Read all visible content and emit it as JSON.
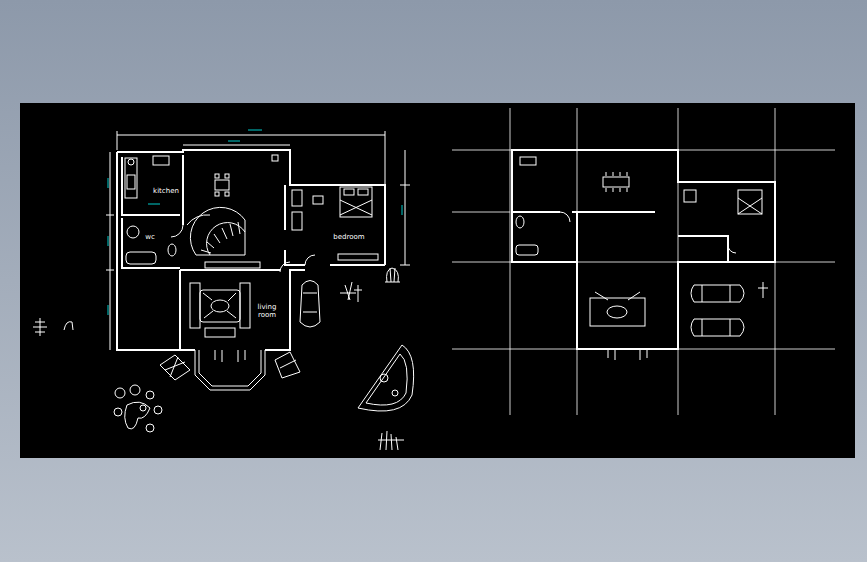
{
  "diagram": {
    "nodes": [
      {
        "text": [
          "kitchen"
        ]
      },
      {
        "text": [
          "wc"
        ]
      },
      {
        "text": [
          "bedroom"
        ]
      },
      {
        "text": [
          "living room"
        ]
      }
    ]
  }
}
